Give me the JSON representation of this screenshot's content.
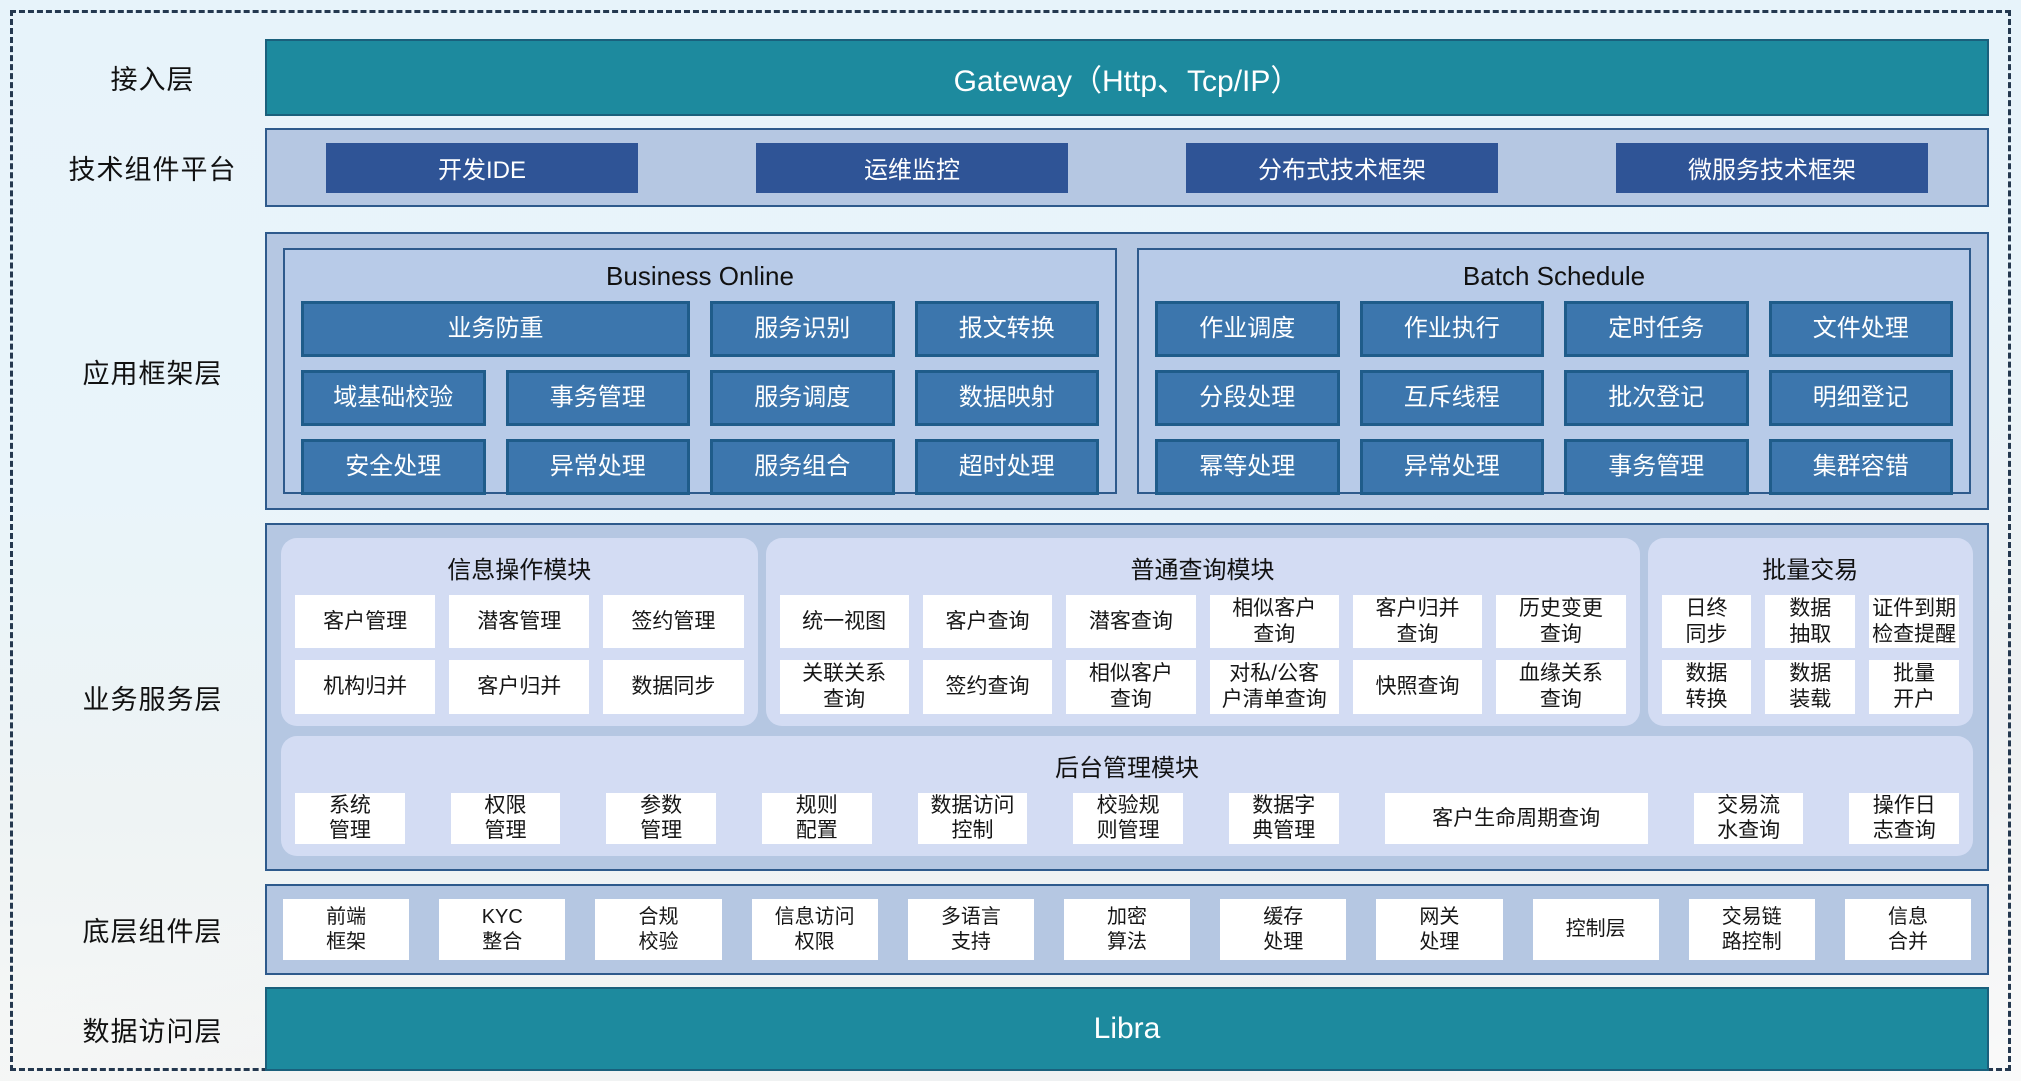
{
  "colors": {
    "teal_bar": "#1d8a9e",
    "panel_light_blue": "#b5c7e2",
    "module_panel": "#d3dcf3",
    "navy_box": "#2f5496",
    "blue_box": "#3c76ad",
    "dashed_frame": "#24384f"
  },
  "layer_labels": [
    "接入层",
    "技术组件平台",
    "应用框架层",
    "业务服务层",
    "底层组件层",
    "数据访问层"
  ],
  "access": {
    "gateway_label": "Gateway（Http、Tcp/IP）"
  },
  "tech_platform": {
    "items": [
      "开发IDE",
      "运维监控",
      "分布式技术框架",
      "微服务技术框架"
    ]
  },
  "app_framework": {
    "business_online": {
      "title": "Business Online",
      "row1": [
        "业务防重",
        "服务识别",
        "报文转换"
      ],
      "row2": [
        "域基础校验",
        "事务管理",
        "服务调度",
        "数据映射"
      ],
      "row3": [
        "安全处理",
        "异常处理",
        "服务组合",
        "超时处理"
      ]
    },
    "batch_schedule": {
      "title": "Batch Schedule",
      "row1": [
        "作业调度",
        "作业执行",
        "定时任务",
        "文件处理"
      ],
      "row2": [
        "分段处理",
        "互斥线程",
        "批次登记",
        "明细登记"
      ],
      "row3": [
        "幂等处理",
        "异常处理",
        "事务管理",
        "集群容错"
      ]
    }
  },
  "business_service": {
    "info_module": {
      "title": "信息操作模块",
      "items": [
        "客户管理",
        "潜客管理",
        "签约管理",
        "机构归并",
        "客户归并",
        "数据同步"
      ]
    },
    "query_module": {
      "title": "普通查询模块",
      "items": [
        "统一视图",
        "客户查询",
        "潜客查询",
        "相似客户\n查询",
        "客户归并\n查询",
        "历史变更\n查询",
        "关联关系\n查询",
        "签约查询",
        "相似客户\n查询",
        "对私/公客\n户清单查询",
        "快照查询",
        "血缘关系\n查询"
      ]
    },
    "batch_trade": {
      "title": "批量交易",
      "items": [
        "日终\n同步",
        "数据\n抽取",
        "证件到期\n检查提醒",
        "数据\n转换",
        "数据\n装载",
        "批量\n开户"
      ]
    },
    "admin_module": {
      "title": "后台管理模块",
      "items": [
        "系统\n管理",
        "权限\n管理",
        "参数\n管理",
        "规则\n配置",
        "数据访问\n控制",
        "校验规\n则管理",
        "数据字\n典管理",
        "客户生命周期查询",
        "交易流\n水查询",
        "操作日\n志查询"
      ]
    }
  },
  "base_components": {
    "items": [
      "前端\n框架",
      "KYC\n整合",
      "合规\n校验",
      "信息访问\n权限",
      "多语言\n支持",
      "加密\n算法",
      "缓存\n处理",
      "网关\n处理",
      "控制层",
      "交易链\n路控制",
      "信息\n合并"
    ]
  },
  "data_access": {
    "libra_label": "Libra"
  }
}
